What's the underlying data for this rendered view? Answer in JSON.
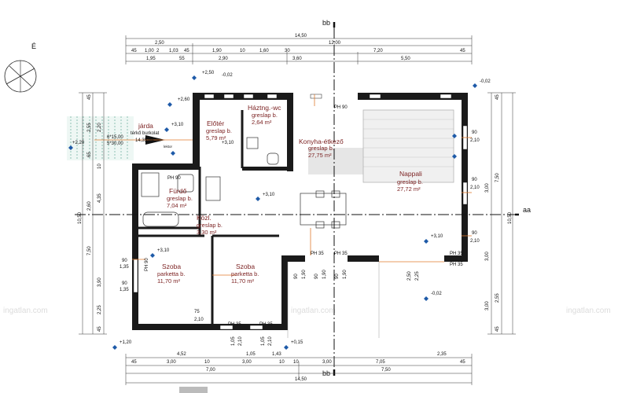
{
  "rooms": {
    "eloter": {
      "name": "Előtér",
      "material": "greslap b.",
      "area": "5,79 m²"
    },
    "haztv": {
      "name": "Háztng.-wc",
      "material": "greslap b.",
      "area": "2,64 m²"
    },
    "konyha": {
      "name": "Konyha-étkező",
      "material": "greslap b.",
      "area": "27,75 m²"
    },
    "nappali": {
      "name": "Nappali",
      "material": "greslap b.",
      "area": "27,72 m²"
    },
    "furdo": {
      "name": "Fürdő",
      "material": "greslap b.",
      "area": "7,04 m²"
    },
    "kozl": {
      "name": "Közl.",
      "material": "greslap b.",
      "area": "3,30 m²"
    },
    "szoba1": {
      "name": "Szoba",
      "material": "parketta b.",
      "area": "11,70 m²"
    },
    "szoba2": {
      "name": "Szoba",
      "material": "parketta b.",
      "area": "11,70 m²"
    }
  },
  "terrace": {
    "name": "járda",
    "material": "térkő burkolat",
    "area": "14,35 m²"
  },
  "section_marks": {
    "bb_top": "bb",
    "bb_bottom": "bb",
    "aa": "aa"
  },
  "north_label": "É",
  "dims_top": {
    "total": "14,50",
    "row2": [
      "2,50",
      "12,00"
    ],
    "row3": [
      "45",
      "1,00",
      "2",
      "1,03",
      "45",
      "1,90",
      "10",
      "1,60",
      "30",
      "7,20",
      "45"
    ],
    "row4": [
      "1,95",
      "55",
      "2,90",
      "3,60",
      "5,50"
    ]
  },
  "dims_bottom": {
    "row1": [
      "4,52",
      "1,05",
      "1,43",
      "2,35"
    ],
    "row2": [
      "45",
      "3,00",
      "10",
      "3,00",
      "10",
      "3,00",
      "10",
      "7,05",
      "45"
    ],
    "row3": [
      "7,00",
      "7,50"
    ],
    "total": "14,50"
  },
  "dims_left": [
    "45",
    "2,55",
    "2,20",
    "65",
    "10",
    "4,35",
    "2,60",
    "7,50",
    "3,90",
    "2,25",
    "45",
    "10,50"
  ],
  "dims_right": [
    "45",
    "3,00",
    "7,50",
    "3,00",
    "2,55",
    "3,00",
    "45",
    "10,50"
  ],
  "levels": [
    "+2,50",
    "-0,02",
    "+2,60",
    "+3,10",
    "+3,10",
    "+2,20",
    "+3,10",
    "+3,10",
    "+3,10",
    "-0,02",
    "+1,20",
    "+0,15",
    "-0,02"
  ],
  "wall_labels": [
    "PH 90",
    "PH 90",
    "PH 35",
    "PH 35",
    "PH 35",
    "PH 35",
    "PH 35",
    "PH 35",
    "PH 90"
  ],
  "opening_dims": [
    "90",
    "2,10",
    "90",
    "2,10",
    "90",
    "2,10",
    "1,35",
    "90",
    "1,35",
    "90",
    "90",
    "1,90",
    "90",
    "1,90",
    "90",
    "1,90",
    "2,50",
    "2,25",
    "1,05",
    "2,10",
    "1,05",
    "2,10",
    "75",
    "2,10"
  ],
  "small_texts": {
    "tile_dims": "6*15,00",
    "tile_dims2": "5*30,00",
    "lektor": "lektor"
  },
  "watermark": "ingatlan.com",
  "colors": {
    "walls": "#1a1a1a",
    "room_text": "#7a1f1f",
    "terrace_hatch": "#2e8b77",
    "openings": "#e07a2e"
  }
}
